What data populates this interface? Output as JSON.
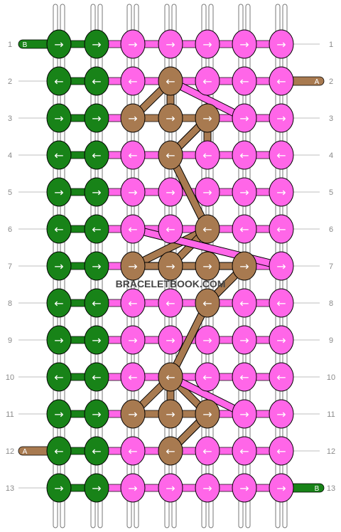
{
  "watermark": "BRACELETBOOK.COM",
  "colors": {
    "A": "#a87a50",
    "B": "#188318",
    "pink": "#ff66e8",
    "knotStroke": "#000000",
    "guide": "#bfbfbf"
  },
  "strand_labels": {
    "left": [
      "B",
      "A"
    ],
    "right": [
      "A",
      "B"
    ]
  },
  "row_numbers": [
    "1",
    "2",
    "3",
    "4",
    "5",
    "6",
    "7",
    "8",
    "9",
    "10",
    "11",
    "12",
    "13"
  ],
  "knots": [
    [
      {
        "c": "B",
        "d": "→"
      },
      {
        "c": "B",
        "d": "→"
      },
      {
        "c": "pink",
        "d": "→"
      },
      {
        "c": "pink",
        "d": "→"
      },
      {
        "c": "pink",
        "d": "→"
      },
      {
        "c": "pink",
        "d": "→"
      },
      {
        "c": "pink",
        "d": "→"
      }
    ],
    [
      {
        "c": "B",
        "d": "←"
      },
      {
        "c": "B",
        "d": "←"
      },
      {
        "c": "pink",
        "d": "←"
      },
      {
        "c": "A",
        "d": "←"
      },
      {
        "c": "pink",
        "d": "←"
      },
      {
        "c": "pink",
        "d": "←"
      },
      {
        "c": "pink",
        "d": "←"
      }
    ],
    [
      {
        "c": "B",
        "d": "→"
      },
      {
        "c": "B",
        "d": "→"
      },
      {
        "c": "A",
        "d": "→"
      },
      {
        "c": "A",
        "d": "→"
      },
      {
        "c": "A",
        "d": "→"
      },
      {
        "c": "pink",
        "d": "→"
      },
      {
        "c": "pink",
        "d": "→"
      }
    ],
    [
      {
        "c": "B",
        "d": "←"
      },
      {
        "c": "B",
        "d": "←"
      },
      {
        "c": "pink",
        "d": "←"
      },
      {
        "c": "A",
        "d": "←"
      },
      {
        "c": "pink",
        "d": "←"
      },
      {
        "c": "pink",
        "d": "←"
      },
      {
        "c": "pink",
        "d": "←"
      }
    ],
    [
      {
        "c": "B",
        "d": "→"
      },
      {
        "c": "B",
        "d": "→"
      },
      {
        "c": "pink",
        "d": "→"
      },
      {
        "c": "pink",
        "d": "→"
      },
      {
        "c": "pink",
        "d": "→"
      },
      {
        "c": "pink",
        "d": "→"
      },
      {
        "c": "pink",
        "d": "→"
      }
    ],
    [
      {
        "c": "B",
        "d": "←"
      },
      {
        "c": "B",
        "d": "←"
      },
      {
        "c": "pink",
        "d": "←"
      },
      {
        "c": "pink",
        "d": "←"
      },
      {
        "c": "A",
        "d": "←"
      },
      {
        "c": "pink",
        "d": "←"
      },
      {
        "c": "pink",
        "d": "←"
      }
    ],
    [
      {
        "c": "B",
        "d": "→"
      },
      {
        "c": "B",
        "d": "→"
      },
      {
        "c": "A",
        "d": "→"
      },
      {
        "c": "A",
        "d": "→"
      },
      {
        "c": "A",
        "d": "→"
      },
      {
        "c": "A",
        "d": "→"
      },
      {
        "c": "pink",
        "d": "→"
      }
    ],
    [
      {
        "c": "B",
        "d": "←"
      },
      {
        "c": "B",
        "d": "←"
      },
      {
        "c": "pink",
        "d": "←"
      },
      {
        "c": "pink",
        "d": "←"
      },
      {
        "c": "A",
        "d": "←"
      },
      {
        "c": "pink",
        "d": "←"
      },
      {
        "c": "pink",
        "d": "←"
      }
    ],
    [
      {
        "c": "B",
        "d": "→"
      },
      {
        "c": "B",
        "d": "→"
      },
      {
        "c": "pink",
        "d": "→"
      },
      {
        "c": "pink",
        "d": "→"
      },
      {
        "c": "pink",
        "d": "→"
      },
      {
        "c": "pink",
        "d": "→"
      },
      {
        "c": "pink",
        "d": "→"
      }
    ],
    [
      {
        "c": "B",
        "d": "←"
      },
      {
        "c": "B",
        "d": "←"
      },
      {
        "c": "pink",
        "d": "←"
      },
      {
        "c": "A",
        "d": "←"
      },
      {
        "c": "pink",
        "d": "←"
      },
      {
        "c": "pink",
        "d": "←"
      },
      {
        "c": "pink",
        "d": "←"
      }
    ],
    [
      {
        "c": "B",
        "d": "→"
      },
      {
        "c": "B",
        "d": "→"
      },
      {
        "c": "A",
        "d": "→"
      },
      {
        "c": "A",
        "d": "→"
      },
      {
        "c": "A",
        "d": "→"
      },
      {
        "c": "pink",
        "d": "→"
      },
      {
        "c": "pink",
        "d": "→"
      }
    ],
    [
      {
        "c": "B",
        "d": "←"
      },
      {
        "c": "B",
        "d": "←"
      },
      {
        "c": "pink",
        "d": "←"
      },
      {
        "c": "A",
        "d": "←"
      },
      {
        "c": "pink",
        "d": "←"
      },
      {
        "c": "pink",
        "d": "←"
      },
      {
        "c": "pink",
        "d": "←"
      }
    ],
    [
      {
        "c": "B",
        "d": "→"
      },
      {
        "c": "B",
        "d": "→"
      },
      {
        "c": "pink",
        "d": "→"
      },
      {
        "c": "pink",
        "d": "→"
      },
      {
        "c": "pink",
        "d": "→"
      },
      {
        "c": "pink",
        "d": "→"
      },
      {
        "c": "pink",
        "d": "→"
      }
    ]
  ],
  "thread_links": [
    {
      "from": [
        1,
        3
      ],
      "to": [
        2,
        2
      ],
      "c": "A"
    },
    {
      "from": [
        1,
        3
      ],
      "to": [
        2,
        3
      ],
      "c": "A"
    },
    {
      "from": [
        2,
        4
      ],
      "to": [
        3,
        3
      ],
      "c": "A"
    },
    {
      "from": [
        2,
        4
      ],
      "to": [
        3,
        4
      ],
      "c": "A"
    },
    {
      "from": [
        2,
        4
      ],
      "to": [
        3,
        3
      ],
      "c": "A"
    },
    {
      "from": [
        3,
        3
      ],
      "to": [
        5,
        4
      ],
      "c": "A"
    },
    {
      "from": [
        5,
        4
      ],
      "to": [
        6,
        2
      ],
      "c": "A"
    },
    {
      "from": [
        6,
        2
      ],
      "to": [
        6,
        5
      ],
      "c": "A"
    },
    {
      "from": [
        5,
        4
      ],
      "to": [
        6,
        3
      ],
      "c": "A"
    },
    {
      "from": [
        6,
        5
      ],
      "to": [
        7,
        4
      ],
      "c": "A"
    },
    {
      "from": [
        7,
        4
      ],
      "to": [
        9,
        3
      ],
      "c": "A"
    },
    {
      "from": [
        9,
        3
      ],
      "to": [
        10,
        2
      ],
      "c": "A"
    },
    {
      "from": [
        9,
        3
      ],
      "to": [
        10,
        3
      ],
      "c": "A"
    },
    {
      "from": [
        9,
        3
      ],
      "to": [
        10,
        4
      ],
      "c": "A"
    },
    {
      "from": [
        10,
        4
      ],
      "to": [
        11,
        3
      ],
      "c": "A"
    },
    {
      "from": [
        10,
        4
      ],
      "to": [
        11,
        3
      ],
      "c": "A"
    },
    {
      "from": [
        1,
        3
      ],
      "to": [
        2,
        5
      ],
      "c": "pink"
    },
    {
      "from": [
        5,
        2
      ],
      "to": [
        6,
        6
      ],
      "c": "pink"
    },
    {
      "from": [
        9,
        3
      ],
      "to": [
        10,
        5
      ],
      "c": "pink"
    }
  ]
}
